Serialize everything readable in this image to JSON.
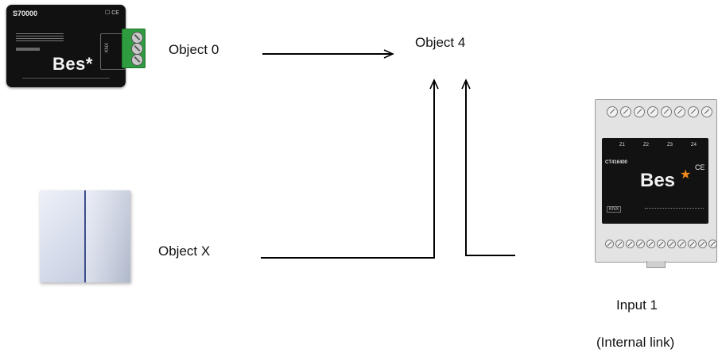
{
  "labels": {
    "object0": "Object 0",
    "object4": "Object 4",
    "objectX": "Object X",
    "input1": "Input 1",
    "internal_link": "(Internal link)"
  },
  "device_s70000": {
    "model": "S70000",
    "ce_mark": "☐ CE",
    "brand": "Bes*",
    "connector": "KNX"
  },
  "device_actuator": {
    "brand": "Bes",
    "model": "CT416400",
    "ce_mark": "CE",
    "channels": [
      "Z1",
      "Z2",
      "Z3",
      "Z4"
    ],
    "connector": "KNX"
  },
  "colors": {
    "wire": "#000000",
    "accent_star": "#f08a1c",
    "terminal_green": "#2e9c3f",
    "switch_split": "#3d4f8a"
  }
}
